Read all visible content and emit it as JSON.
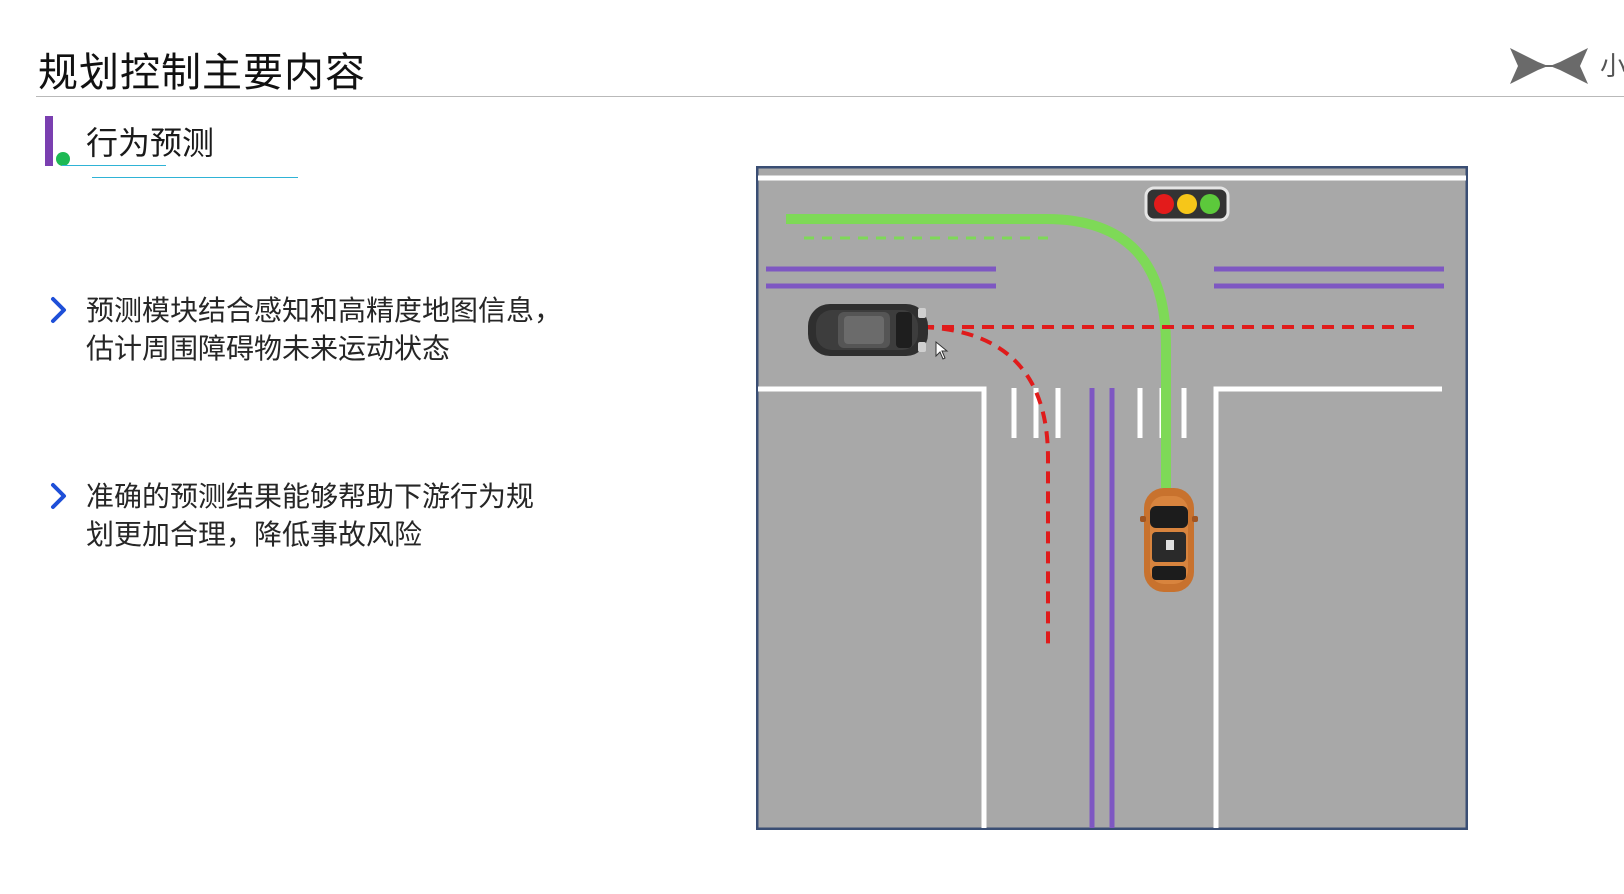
{
  "header": {
    "title": "规划控制主要内容",
    "brand_tail_text": "小",
    "logo_icon": "brand-x-logo-icon"
  },
  "section": {
    "title": "行为预测",
    "marker_color": "#7a3fb0",
    "dot_color": "#1db954"
  },
  "bullets": [
    {
      "icon": "chevron-right-icon",
      "lines": [
        "预测模块结合感知和高精度地图信息，",
        "估计周围障碍物未来运动状态"
      ]
    },
    {
      "icon": "chevron-right-icon",
      "lines": [
        "准确的预测结果能够帮助下游行为规",
        "划更加合理，降低事故风险"
      ]
    }
  ],
  "diagram": {
    "road_color": "#a8a8a8",
    "border_color": "#3a4e74",
    "lane_color": "#7e57c2",
    "planned_path_color": "#7ed957",
    "predicted_path_color": "#e01b1b",
    "ego_vehicle_color": "#c8722e",
    "obstacle_vehicle_color": "#333333",
    "traffic_light": {
      "lamps": [
        "#e31b1b",
        "#f6c619",
        "#5cc93b"
      ]
    }
  },
  "colors": {
    "accent_chevron": "#1e4fd8",
    "underline": "#2fb3d6"
  }
}
